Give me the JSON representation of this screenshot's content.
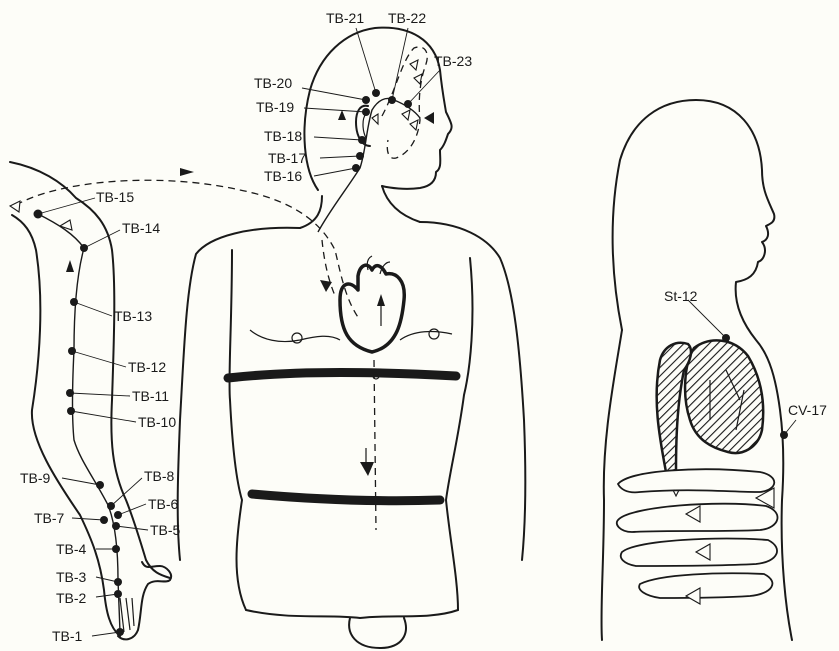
{
  "figure": {
    "arm": {
      "labels": [
        "TB-15",
        "TB-14",
        "TB-13",
        "TB-12",
        "TB-11",
        "TB-10",
        "TB-9",
        "TB-8",
        "TB-7",
        "TB-6",
        "TB-5",
        "TB-4",
        "TB-3",
        "TB-2",
        "TB-1"
      ]
    },
    "head": {
      "labels": [
        "TB-21",
        "TB-22",
        "TB-23",
        "TB-20",
        "TB-19",
        "TB-18",
        "TB-17",
        "TB-16"
      ]
    },
    "profile": {
      "labels": [
        "St-12",
        "CV-17"
      ]
    }
  }
}
